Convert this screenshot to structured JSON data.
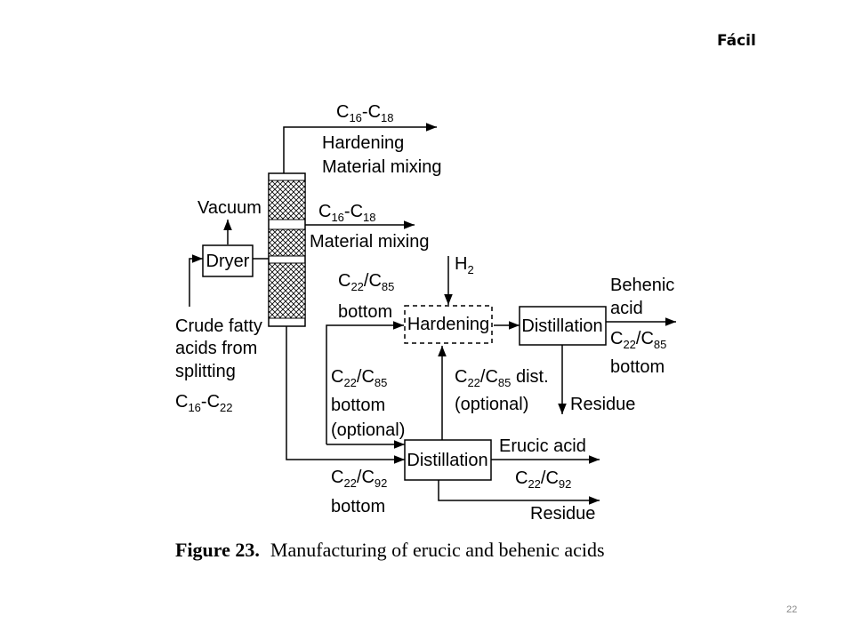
{
  "slide": {
    "corner_label": "Fácil",
    "page_number": "22"
  },
  "figure": {
    "caption_label": "Figure 23.",
    "caption_text": "Manufacturing of erucic and behenic acids"
  },
  "boxes": {
    "dryer": "Dryer",
    "hardening": "Hardening",
    "distillation_top": "Distillation",
    "distillation_bottom": "Distillation"
  },
  "labels": {
    "vacuum": "Vacuum",
    "feed": [
      "Crude fatty",
      "acids from",
      "splitting"
    ],
    "top_cut": {
      "base": "C",
      "s1": "16",
      "mid": "-C",
      "s2": "18"
    },
    "top_uses": [
      "Hardening",
      "Material mixing"
    ],
    "second_cut": {
      "base": "C",
      "s1": "16",
      "mid": "-C",
      "s2": "18"
    },
    "second_use": "Material mixing",
    "h2": {
      "base": "H",
      "sub": "2"
    },
    "c22_85_bottom": {
      "base": "C",
      "s1": "22",
      "mid": "/C",
      "s2": "85",
      "line2": "bottom"
    },
    "c22_85_bottom_optional": {
      "base": "C",
      "s1": "22",
      "mid": "/C",
      "s2": "85",
      "line2": "bottom",
      "line3": "(optional)"
    },
    "c22_85_dist": {
      "base": "C",
      "s1": "22",
      "mid": "/C",
      "s2": "85",
      "tail": " dist.",
      "line2": "(optional)"
    },
    "behenic": [
      "Behenic",
      "acid"
    ],
    "behenic_bottom": {
      "base": "C",
      "s1": "22",
      "mid": "/C",
      "s2": "85",
      "line2": "bottom"
    },
    "residue_top": "Residue",
    "erucic": "Erucic acid",
    "c22_92_right": {
      "base": "C",
      "s1": "22",
      "mid": "/C",
      "s2": "92"
    },
    "c22_92_bottom": {
      "base": "C",
      "s1": "22",
      "mid": "/C",
      "s2": "92",
      "line2": "bottom"
    },
    "residue_bottom": "Residue"
  }
}
